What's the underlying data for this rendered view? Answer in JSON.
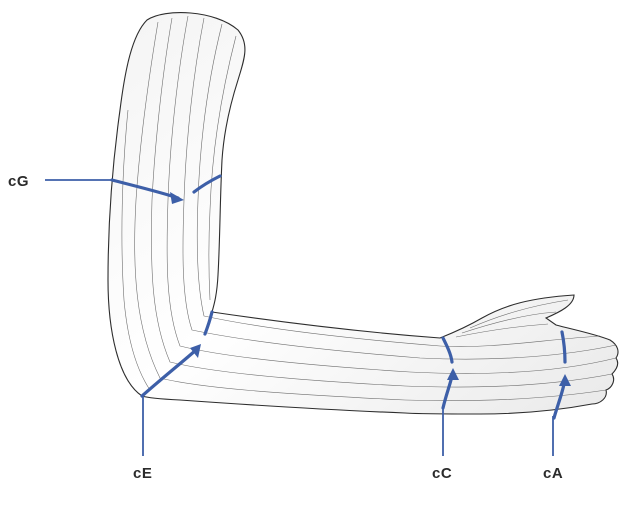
{
  "labels": {
    "cG": "cG",
    "cE": "cE",
    "cC": "cC",
    "cA": "cA"
  },
  "colors": {
    "measurement_lines": "#3d5fa8",
    "outline": "#2d2d2d",
    "contours": "#555555",
    "label_text": "#2b2b2b"
  }
}
